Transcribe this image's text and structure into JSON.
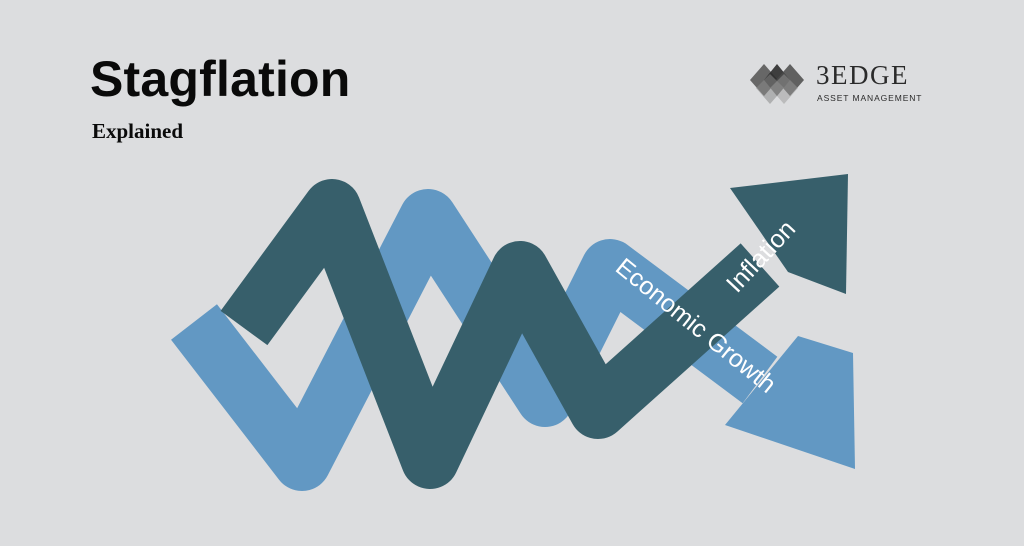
{
  "header": {
    "title": "Stagflation",
    "subtitle": "Explained"
  },
  "logo": {
    "name": "3EDGE",
    "tagline": "ASSET MANAGEMENT"
  },
  "illustration": {
    "inflation_label": "Inflation",
    "growth_label": "Economic Growth"
  },
  "colors": {
    "background": "#dcdddf",
    "inflation_arrow": "#375f6b",
    "growth_arrow": "#6298c3",
    "title_text": "#0a0a0a"
  },
  "icons": {
    "logo_mark": "stacked-mountains-icon",
    "inflation_arrow": "up-right-arrow-icon",
    "growth_arrow": "down-right-arrow-icon"
  }
}
